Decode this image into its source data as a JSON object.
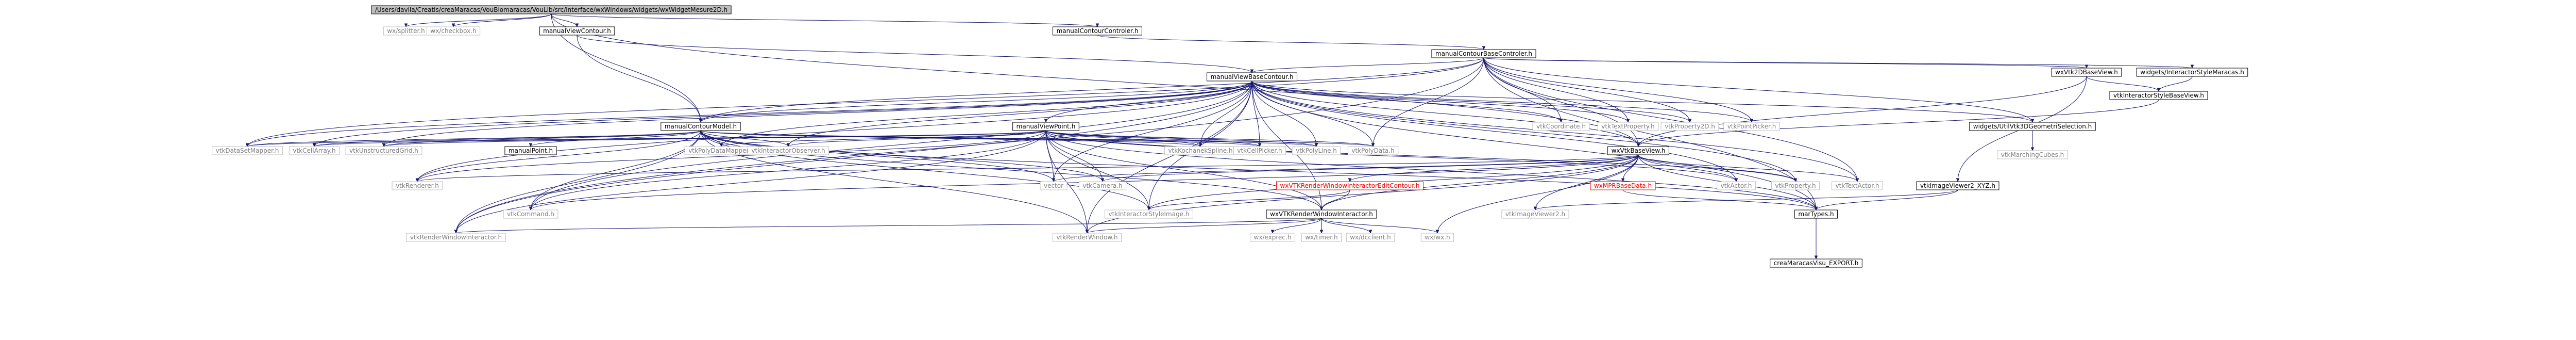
{
  "graph": {
    "nodes": [
      {
        "id": "root",
        "label": "/Users/davila/Creatis/creaMaracas/VouBiomaracas/VouLib/src/interface/wxWindows/widgets/wxWidgetMesure2D.h",
        "style": "root"
      },
      {
        "id": "splitter",
        "label": "wx/splitter.h",
        "style": "missing"
      },
      {
        "id": "checkbox",
        "label": "wx/checkbox.h",
        "style": "missing"
      },
      {
        "id": "mvcontour",
        "label": "manualViewContour.h",
        "style": "plain"
      },
      {
        "id": "mccontroller",
        "label": "manualContourControler.h",
        "style": "plain"
      },
      {
        "id": "mcbase",
        "label": "manualContourBaseControler.h",
        "style": "plain"
      },
      {
        "id": "mvbase",
        "label": "manualViewBaseContour.h",
        "style": "plain"
      },
      {
        "id": "mcmodel",
        "label": "manualContourModel.h",
        "style": "plain"
      },
      {
        "id": "mvpoint",
        "label": "manualViewPoint.h",
        "style": "plain"
      },
      {
        "id": "wxvtkbase",
        "label": "wxVtkBaseView.h",
        "style": "plain"
      },
      {
        "id": "wxvtk2d",
        "label": "wxVtk2DBaseView.h",
        "style": "plain"
      },
      {
        "id": "wxinteractor",
        "label": "widgets/InteractorStyleMaracas.h",
        "style": "plain"
      },
      {
        "id": "interactorbase",
        "label": "vtkInteractorStyleBaseView.h",
        "style": "plain"
      },
      {
        "id": "geomsel",
        "label": "widgets/UtilVtk3DGeometriSelection.h",
        "style": "plain"
      },
      {
        "id": "marchingcubes",
        "label": "vtkMarchingCubes.h",
        "style": "missing"
      },
      {
        "id": "coordinate",
        "label": "vtkCoordinate.h",
        "style": "missing"
      },
      {
        "id": "textprop",
        "label": "vtkTextProperty.h",
        "style": "missing"
      },
      {
        "id": "prop2d",
        "label": "vtkProperty2D.h",
        "style": "missing"
      },
      {
        "id": "pointpicker",
        "label": "vtkPointPicker.h",
        "style": "missing"
      },
      {
        "id": "datasetmapper",
        "label": "vtkDataSetMapper.h",
        "style": "missing"
      },
      {
        "id": "cellarray",
        "label": "vtkCellArray.h",
        "style": "missing"
      },
      {
        "id": "ugrid",
        "label": "vtkUnstructuredGrid.h",
        "style": "missing"
      },
      {
        "id": "manualpoint",
        "label": "manualPoint.h",
        "style": "plain"
      },
      {
        "id": "polydatamapper",
        "label": "vtkPolyDataMapper.h",
        "style": "missing"
      },
      {
        "id": "interactorobs",
        "label": "vtkInteractorObserver.h",
        "style": "missing"
      },
      {
        "id": "kspline",
        "label": "vtkKochanekSpline.h",
        "style": "missing"
      },
      {
        "id": "cellpicker",
        "label": "vtkCellPicker.h",
        "style": "missing"
      },
      {
        "id": "polyline",
        "label": "vtkPolyLine.h",
        "style": "missing"
      },
      {
        "id": "polydata",
        "label": "vtkPolyData.h",
        "style": "missing"
      },
      {
        "id": "renderer",
        "label": "vtkRenderer.h",
        "style": "missing"
      },
      {
        "id": "vector",
        "label": "vector",
        "style": "missing"
      },
      {
        "id": "camera",
        "label": "vtkCamera.h",
        "style": "missing"
      },
      {
        "id": "wxvtkrwi_edit",
        "label": "wxVTKRenderWindowInteractorEditContour.h",
        "style": "red"
      },
      {
        "id": "wxmprbase",
        "label": "wxMPRBaseData.h",
        "style": "red"
      },
      {
        "id": "vtkactor",
        "label": "vtkActor.h",
        "style": "missing"
      },
      {
        "id": "vtkproperty",
        "label": "vtkProperty.h",
        "style": "missing"
      },
      {
        "id": "textactor",
        "label": "vtkTextActor.h",
        "style": "missing"
      },
      {
        "id": "imageviewer2xyz",
        "label": "vtkImageViewer2_XYZ.h",
        "style": "plain"
      },
      {
        "id": "command",
        "label": "vtkCommand.h",
        "style": "missing"
      },
      {
        "id": "isimage",
        "label": "vtkInteractorStyleImage.h",
        "style": "missing"
      },
      {
        "id": "wxvtkrwi",
        "label": "wxVTKRenderWindowInteractor.h",
        "style": "plain"
      },
      {
        "id": "imageviewer2",
        "label": "vtkImageViewer2.h",
        "style": "missing"
      },
      {
        "id": "marTypes",
        "label": "marTypes.h",
        "style": "plain"
      },
      {
        "id": "rwi",
        "label": "vtkRenderWindowInteractor.h",
        "style": "missing"
      },
      {
        "id": "renderwindow",
        "label": "vtkRenderWindow.h",
        "style": "missing"
      },
      {
        "id": "exprec",
        "label": "wx/exprec.h",
        "style": "missing"
      },
      {
        "id": "timer",
        "label": "wx/timer.h",
        "style": "missing"
      },
      {
        "id": "dcclient",
        "label": "wx/dcclient.h",
        "style": "missing"
      },
      {
        "id": "wxwx",
        "label": "wx/wx.h",
        "style": "missing"
      },
      {
        "id": "export",
        "label": "creaMaracasVisu_EXPORT.h",
        "style": "plain"
      }
    ],
    "edges": [
      [
        "root",
        "splitter"
      ],
      [
        "root",
        "checkbox"
      ],
      [
        "root",
        "mvcontour"
      ],
      [
        "root",
        "mccontroller"
      ],
      [
        "root",
        "mcmodel"
      ],
      [
        "root",
        "wxvtkbase"
      ],
      [
        "mccontroller",
        "mcbase"
      ],
      [
        "mvcontour",
        "mvbase"
      ],
      [
        "mvcontour",
        "mcmodel"
      ],
      [
        "mcbase",
        "mvbase"
      ],
      [
        "mcbase",
        "mcmodel"
      ],
      [
        "mcbase",
        "wxvtk2d"
      ],
      [
        "mcbase",
        "wxinteractor"
      ],
      [
        "mcbase",
        "geomsel"
      ],
      [
        "mcbase",
        "coordinate"
      ],
      [
        "mcbase",
        "textprop"
      ],
      [
        "mcbase",
        "prop2d"
      ],
      [
        "mcbase",
        "pointpicker"
      ],
      [
        "mcbase",
        "wxvtkbase"
      ],
      [
        "mcbase",
        "marTypes"
      ],
      [
        "mcbase",
        "rwi"
      ],
      [
        "mcbase",
        "datasetmapper"
      ],
      [
        "mcbase",
        "polydata"
      ],
      [
        "mcbase",
        "textactor"
      ],
      [
        "mvbase",
        "mcmodel"
      ],
      [
        "mvbase",
        "mvpoint"
      ],
      [
        "mvbase",
        "wxvtkbase"
      ],
      [
        "mvbase",
        "geomsel"
      ],
      [
        "mvbase",
        "coordinate"
      ],
      [
        "mvbase",
        "textprop"
      ],
      [
        "mvbase",
        "prop2d"
      ],
      [
        "mvbase",
        "pointpicker"
      ],
      [
        "mvbase",
        "datasetmapper"
      ],
      [
        "mvbase",
        "cellarray"
      ],
      [
        "mvbase",
        "ugrid"
      ],
      [
        "mvbase",
        "polydatamapper"
      ],
      [
        "mvbase",
        "interactorobs"
      ],
      [
        "mvbase",
        "kspline"
      ],
      [
        "mvbase",
        "cellpicker"
      ],
      [
        "mvbase",
        "polyline"
      ],
      [
        "mvbase",
        "polydata"
      ],
      [
        "mvbase",
        "renderer"
      ],
      [
        "mvbase",
        "vector"
      ],
      [
        "mvbase",
        "vtkactor"
      ],
      [
        "mvbase",
        "vtkproperty"
      ],
      [
        "mvbase",
        "textactor"
      ],
      [
        "mvbase",
        "command"
      ],
      [
        "mvbase",
        "isimage"
      ],
      [
        "mvbase",
        "wxvtkrwi"
      ],
      [
        "mvbase",
        "marTypes"
      ],
      [
        "mvbase",
        "rwi"
      ],
      [
        "mvbase",
        "renderwindow"
      ],
      [
        "mcmodel",
        "datasetmapper"
      ],
      [
        "mcmodel",
        "cellarray"
      ],
      [
        "mcmodel",
        "ugrid"
      ],
      [
        "mcmodel",
        "manualpoint"
      ],
      [
        "mcmodel",
        "polydatamapper"
      ],
      [
        "mcmodel",
        "interactorobs"
      ],
      [
        "mcmodel",
        "kspline"
      ],
      [
        "mcmodel",
        "cellpicker"
      ],
      [
        "mcmodel",
        "polyline"
      ],
      [
        "mcmodel",
        "polydata"
      ],
      [
        "mcmodel",
        "renderer"
      ],
      [
        "mcmodel",
        "vector"
      ],
      [
        "mcmodel",
        "camera"
      ],
      [
        "mcmodel",
        "command"
      ],
      [
        "mcmodel",
        "isimage"
      ],
      [
        "mcmodel",
        "wxvtkrwi"
      ],
      [
        "mcmodel",
        "rwi"
      ],
      [
        "mcmodel",
        "renderwindow"
      ],
      [
        "mcmodel",
        "marTypes"
      ],
      [
        "mvpoint",
        "datasetmapper"
      ],
      [
        "mvpoint",
        "cellarray"
      ],
      [
        "mvpoint",
        "ugrid"
      ],
      [
        "mvpoint",
        "polydatamapper"
      ],
      [
        "mvpoint",
        "interactorobs"
      ],
      [
        "mvpoint",
        "kspline"
      ],
      [
        "mvpoint",
        "cellpicker"
      ],
      [
        "mvpoint",
        "polyline"
      ],
      [
        "mvpoint",
        "polydata"
      ],
      [
        "mvpoint",
        "renderer"
      ],
      [
        "mvpoint",
        "vector"
      ],
      [
        "mvpoint",
        "camera"
      ],
      [
        "mvpoint",
        "vtkactor"
      ],
      [
        "mvpoint",
        "vtkproperty"
      ],
      [
        "mvpoint",
        "command"
      ],
      [
        "mvpoint",
        "isimage"
      ],
      [
        "mvpoint",
        "wxvtkrwi"
      ],
      [
        "mvpoint",
        "rwi"
      ],
      [
        "mvpoint",
        "renderwindow"
      ],
      [
        "mvpoint",
        "marTypes"
      ],
      [
        "wxvtk2d",
        "wxvtkbase"
      ],
      [
        "wxvtk2d",
        "interactorbase"
      ],
      [
        "wxvtk2d",
        "imageviewer2xyz"
      ],
      [
        "wxinteractor",
        "interactorbase"
      ],
      [
        "interactorbase",
        "wxvtkbase"
      ],
      [
        "geomsel",
        "marchingcubes"
      ],
      [
        "wxvtkbase",
        "renderer"
      ],
      [
        "wxvtkbase",
        "vector"
      ],
      [
        "wxvtkbase",
        "camera"
      ],
      [
        "wxvtkbase",
        "wxvtkrwi_edit"
      ],
      [
        "wxvtkbase",
        "wxmprbase"
      ],
      [
        "wxvtkbase",
        "vtkactor"
      ],
      [
        "wxvtkbase",
        "vtkproperty"
      ],
      [
        "wxvtkbase",
        "textactor"
      ],
      [
        "wxvtkbase",
        "command"
      ],
      [
        "wxvtkbase",
        "isimage"
      ],
      [
        "wxvtkbase",
        "wxvtkrwi"
      ],
      [
        "wxvtkbase",
        "imageviewer2"
      ],
      [
        "wxvtkbase",
        "marTypes"
      ],
      [
        "wxvtkbase",
        "wxwx"
      ],
      [
        "wxvtkbase",
        "renderwindow"
      ],
      [
        "wxvtkrwi_edit",
        "wxvtkrwi"
      ],
      [
        "wxvtkrwi_edit",
        "isimage"
      ],
      [
        "wxmprbase",
        "marTypes"
      ],
      [
        "imageviewer2xyz",
        "imageviewer2"
      ],
      [
        "imageviewer2xyz",
        "marTypes"
      ],
      [
        "wxvtkrwi",
        "rwi"
      ],
      [
        "wxvtkrwi",
        "renderwindow"
      ],
      [
        "wxvtkrwi",
        "exprec"
      ],
      [
        "wxvtkrwi",
        "timer"
      ],
      [
        "wxvtkrwi",
        "dcclient"
      ],
      [
        "wxvtkrwi",
        "wxwx"
      ],
      [
        "marTypes",
        "export"
      ]
    ]
  }
}
